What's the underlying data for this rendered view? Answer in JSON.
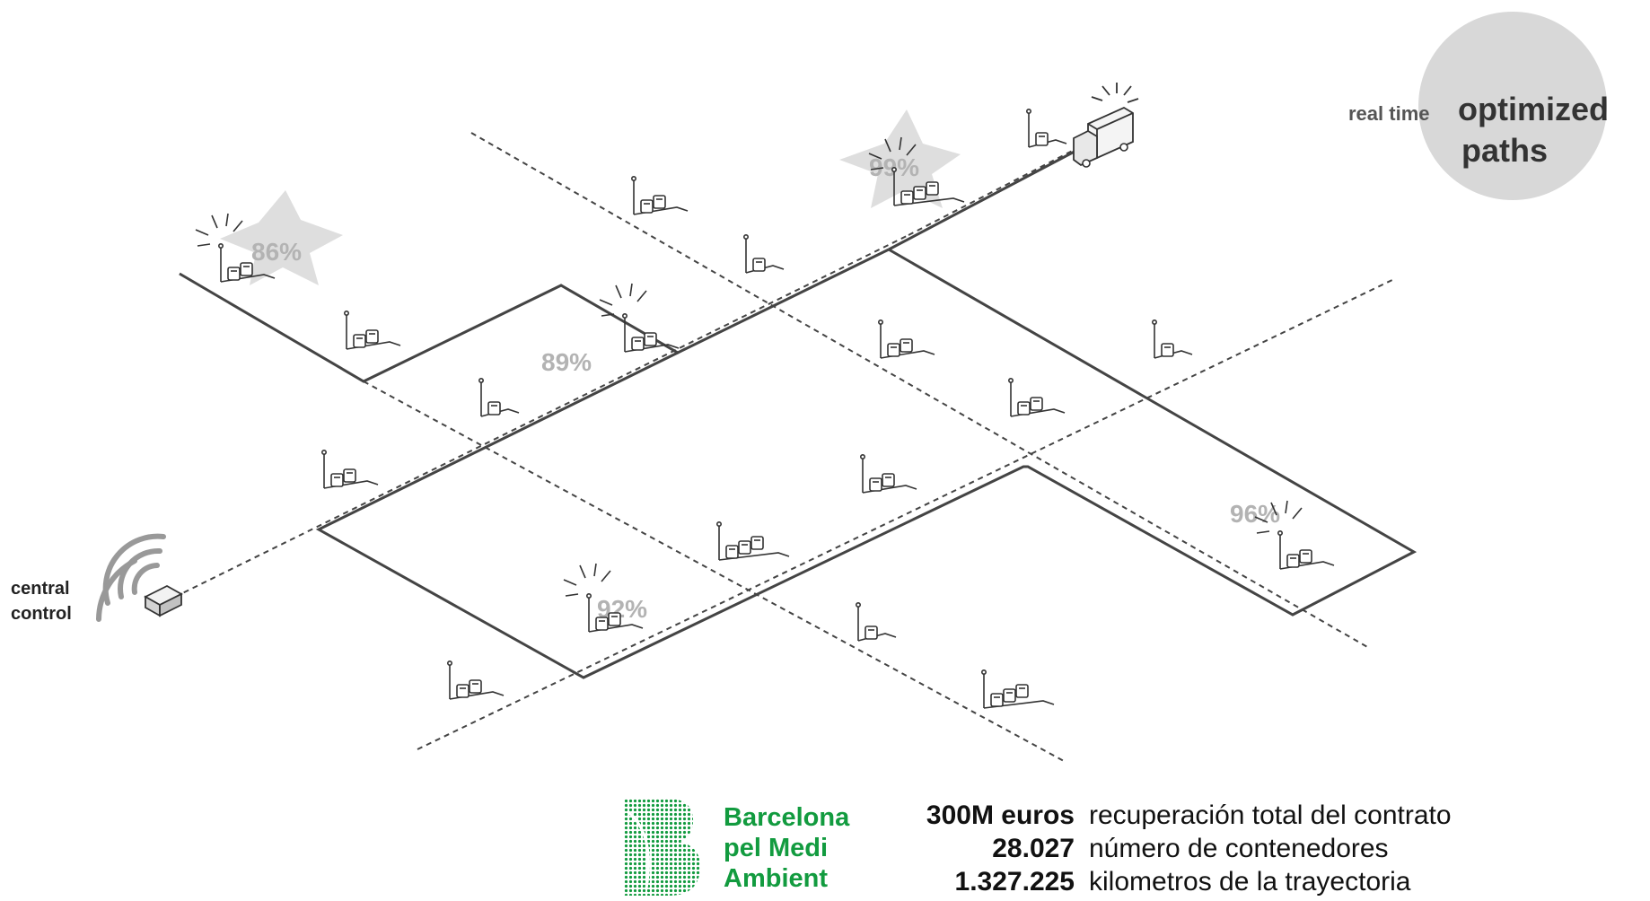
{
  "percentages": [
    {
      "id": "86",
      "label": "86%"
    },
    {
      "id": "89",
      "label": "89%"
    },
    {
      "id": "99",
      "label": "99%"
    },
    {
      "id": "96",
      "label": "96%"
    },
    {
      "id": "92",
      "label": "92%"
    }
  ],
  "central_control": {
    "line1": "central",
    "line2": "control"
  },
  "realtime": {
    "small": "real time",
    "big1": "optimized",
    "big2": "paths"
  },
  "brand": {
    "line1": "Barcelona",
    "line2": "pel Medi",
    "line3": "Ambient",
    "color": "#129b3f"
  },
  "stats": [
    {
      "number": "300M euros",
      "desc": "recuperación total del contrato"
    },
    {
      "number": "28.027",
      "desc": "número de contenedores"
    },
    {
      "number": "1.327.225",
      "desc": "kilometros de la trayectoria"
    }
  ]
}
